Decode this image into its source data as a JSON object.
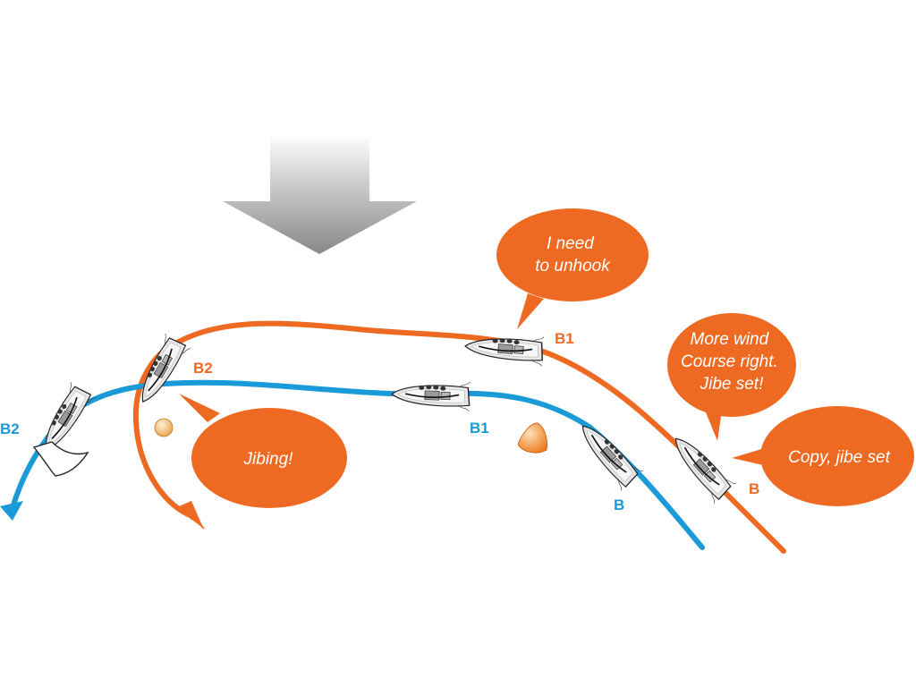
{
  "colors": {
    "orange": "#EE6A22",
    "blue": "#1A9AD6",
    "mark_yellow": "#F7C98A",
    "mark_orange": "#F08A2A",
    "arrow_top": "#FFFFFF",
    "arrow_bottom": "#8A8A8A"
  },
  "bubbles": [
    {
      "id": "unhook",
      "lines": [
        "I need",
        "to unhook"
      ]
    },
    {
      "id": "more-wind",
      "lines": [
        "More wind",
        "Course right.",
        "Jibe set!"
      ]
    },
    {
      "id": "copy",
      "lines": [
        "Copy, jibe set"
      ]
    },
    {
      "id": "jibing",
      "lines": [
        "Jibing!"
      ]
    }
  ],
  "labels": {
    "orange_b": "B",
    "orange_b1": "B1",
    "orange_b2": "B2",
    "blue_b": "B",
    "blue_b1": "B1",
    "blue_b2": "B2"
  },
  "icons": {
    "wind_arrow": "wind-direction-arrow",
    "boat": "sailboat-topview",
    "mark": "race-mark-buoy"
  }
}
